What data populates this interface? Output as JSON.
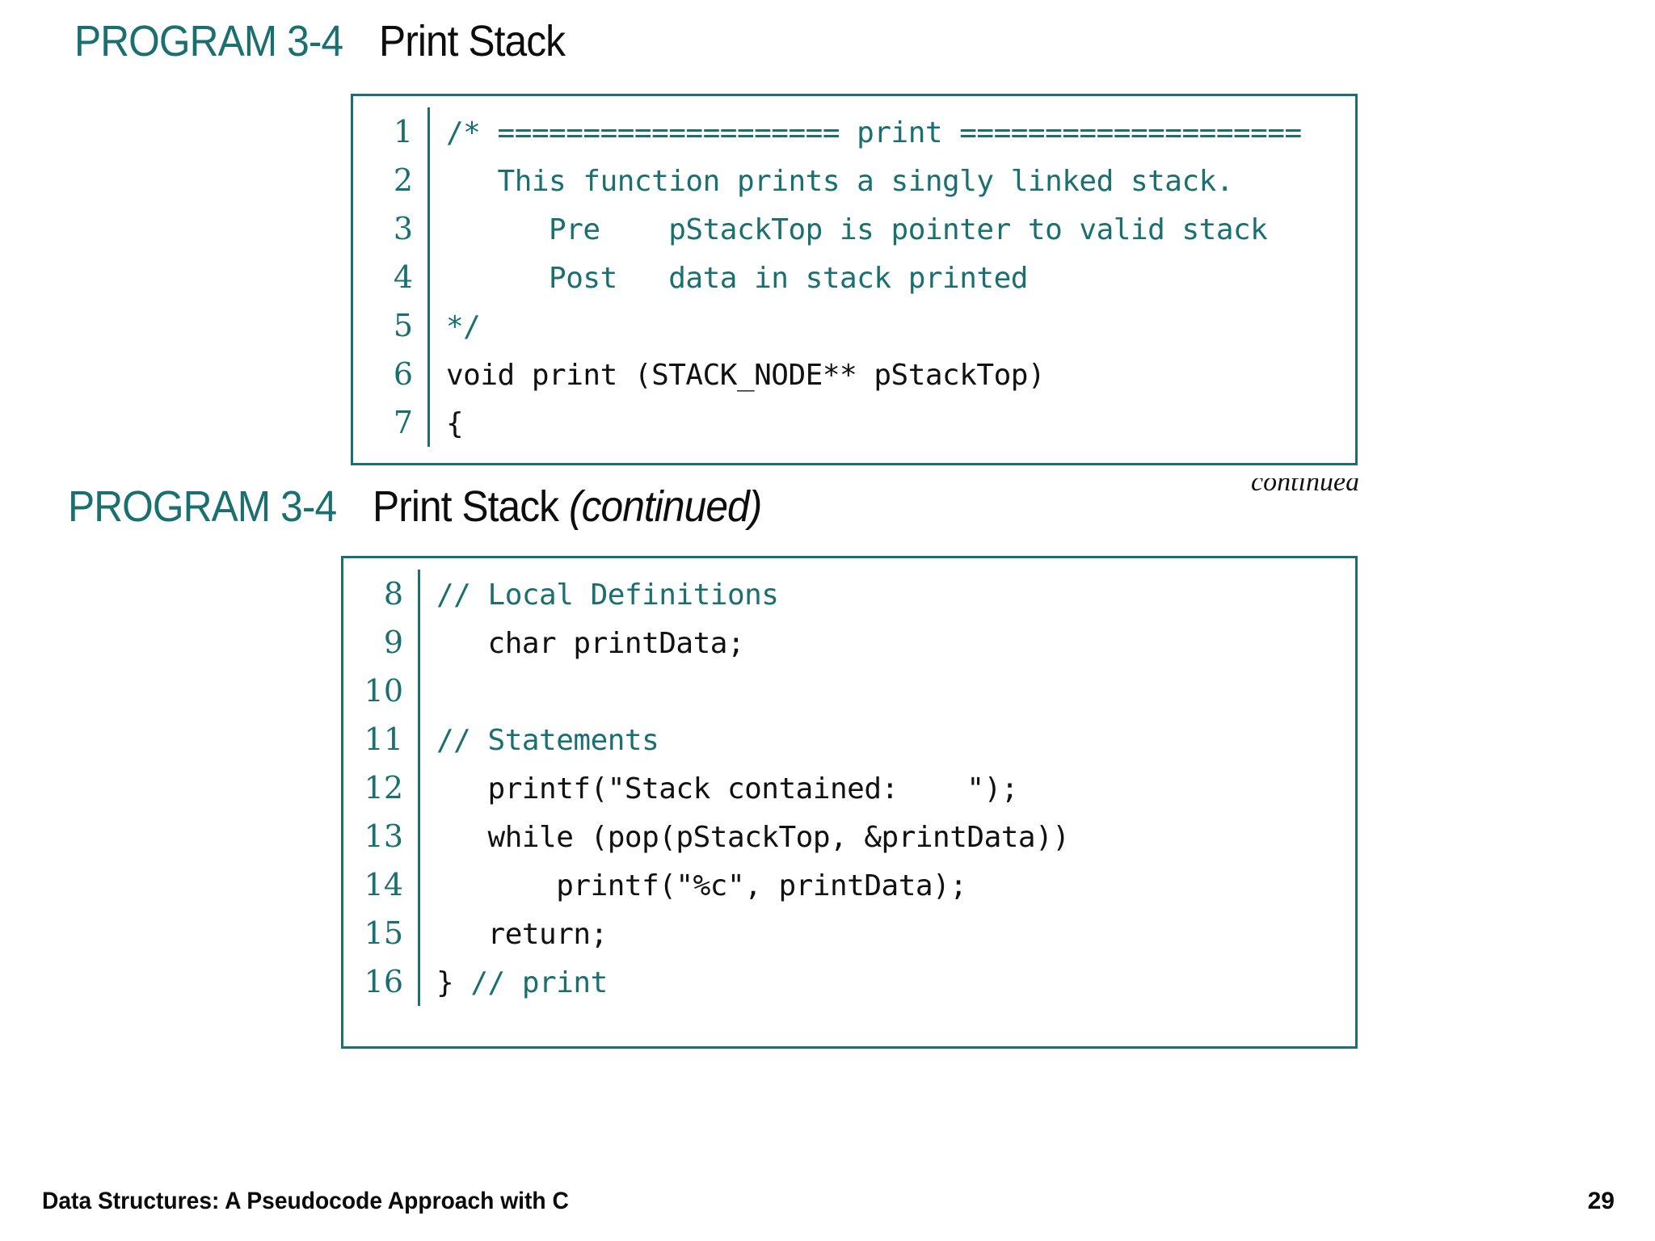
{
  "colors": {
    "accent_teal": "#1a6f70",
    "text_black": "#111111",
    "background": "#ffffff"
  },
  "sections": [
    {
      "heading": {
        "program_label": "PROGRAM 3-4",
        "title": "Print Stack",
        "title_italic_suffix": ""
      },
      "code_lines": [
        {
          "number": "1",
          "text": "/* ==================== print ====================",
          "comment": true
        },
        {
          "number": "2",
          "text": "   This function prints a singly linked stack.",
          "comment": true
        },
        {
          "number": "3",
          "text": "      Pre    pStackTop is pointer to valid stack",
          "comment": true
        },
        {
          "number": "4",
          "text": "      Post   data in stack printed",
          "comment": true
        },
        {
          "number": "5",
          "text": "*/",
          "comment": true
        },
        {
          "number": "6",
          "text": "void print (STACK_NODE** pStackTop)",
          "comment": false
        },
        {
          "number": "7",
          "text": "{",
          "comment": false
        }
      ],
      "continued_marker": "continued"
    },
    {
      "heading": {
        "program_label": "PROGRAM 3-4",
        "title": "Print Stack ",
        "title_italic_suffix": "(continued)"
      },
      "code_lines": [
        {
          "number": "8",
          "text": "// Local Definitions",
          "comment": true
        },
        {
          "number": "9",
          "text": "   char printData;",
          "comment": false
        },
        {
          "number": "10",
          "text": "",
          "comment": false
        },
        {
          "number": "11",
          "text": "// Statements",
          "comment": true
        },
        {
          "number": "12",
          "text": "   printf(\"Stack contained:    \");",
          "comment": false
        },
        {
          "number": "13",
          "text": "   while (pop(pStackTop, &printData))",
          "comment": false
        },
        {
          "number": "14",
          "text": "       printf(\"%c\", printData);",
          "comment": false
        },
        {
          "number": "15",
          "text": "   return;",
          "comment": false
        },
        {
          "number": "16",
          "text": "} ",
          "comment": false,
          "trailing_comment": "// print"
        }
      ]
    }
  ],
  "footer": {
    "title": "Data Structures: A Pseudocode Approach with C",
    "page_number": "29"
  }
}
